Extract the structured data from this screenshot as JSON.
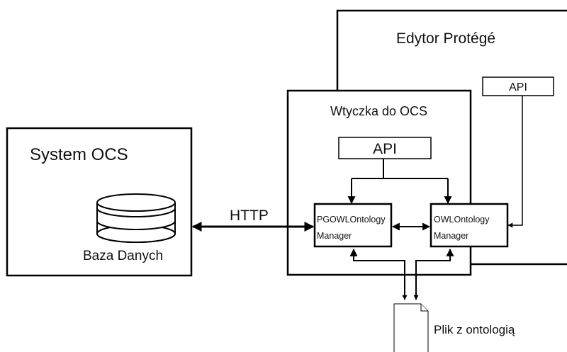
{
  "diagram": {
    "protege_label": "Edytor Protégé",
    "protege_api_label": "API",
    "plugin_label": "Wtyczka do OCS",
    "plugin_api_label": "API",
    "ocs_label": "System OCS",
    "database_label": "Baza Danych",
    "http_label": "HTTP",
    "pg_manager_line1": "PGOWLOntology",
    "pg_manager_line2": "Manager",
    "owl_manager_line1": "OWLOntology",
    "owl_manager_line2": "Manager",
    "file_label": "Plik z ontologią"
  }
}
